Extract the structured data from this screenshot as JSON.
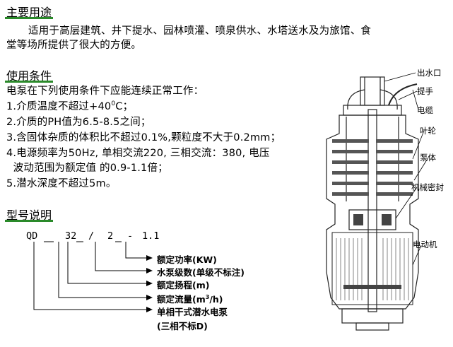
{
  "sections": {
    "usage": {
      "heading": "主要用途",
      "line1": "适用于高层建筑、井下提水、园林喷灌、喷泉供水、水塔送水及为旅馆、食",
      "line2": "堂等场所提供了很大的方便。"
    },
    "conditions": {
      "heading": "使用条件",
      "intro": "电泵在下列使用条件下应能连续正常工作：",
      "items": [
        {
          "pre": "1.介质温度不超过+40",
          "sup": "0",
          "post": "C；"
        },
        {
          "text": "2.介质的PH值为6.5-8.5之间；"
        },
        {
          "text": "3.含固体杂质的体积比不超过0.1%,颗粒度不大于0.2mm；"
        },
        {
          "text": "4.电源频率为50Hz, 单相交流220, 三相交流：380, 电压"
        },
        {
          "text": "  波动范围为额定值 的0.9-1.1倍；"
        },
        {
          "text": "5.潜水深度不超过5m。"
        }
      ]
    },
    "model": {
      "heading": "型号说明",
      "code_parts": [
        "QD",
        "32",
        "/",
        "2",
        "-",
        "1.1"
      ],
      "labels": [
        {
          "text": "额定功率(KW)"
        },
        {
          "text": "水泵级数(单级不标注)"
        },
        {
          "text": "额定扬程(m)"
        },
        {
          "pre": "额定流量(m",
          "sup": "3",
          "post": "/h)"
        },
        {
          "text": "单相干式潜水电泵"
        },
        {
          "text": "(三相不标D)"
        }
      ]
    }
  },
  "diagram": {
    "labels": {
      "outlet": "出水口",
      "handle": "提手",
      "cable": "电缆",
      "impeller": "叶轮",
      "pump_body": "泵体",
      "seal": "机械密封",
      "motor": "电动机"
    }
  },
  "colors": {
    "underline": "#2a8a2a",
    "text": "#000000"
  }
}
